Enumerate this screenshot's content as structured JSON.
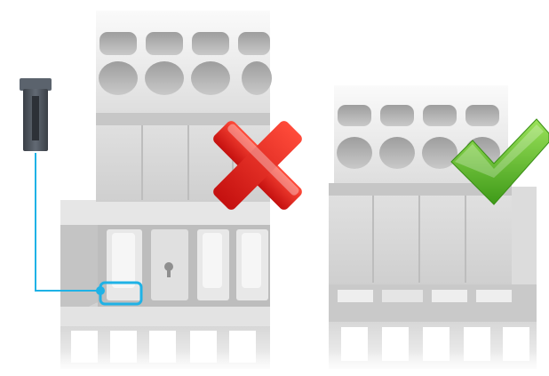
{
  "figure": {
    "panels": [
      {
        "state": "incorrect",
        "mark": "cross-icon"
      },
      {
        "state": "correct",
        "mark": "check-icon"
      }
    ],
    "colors": {
      "background": "#ffffff",
      "housing_light": "#e9e9e9",
      "housing_mid": "#c9c9c9",
      "housing_dark": "#9a9a9a",
      "jumper": "#4a5058",
      "leader_line": "#1fb2e6",
      "cross": "#e0201f",
      "check": "#5fbe2a"
    },
    "icons": [
      "jumper-tool-icon",
      "cross-icon",
      "check-icon",
      "leader-line",
      "highlight-box"
    ]
  }
}
